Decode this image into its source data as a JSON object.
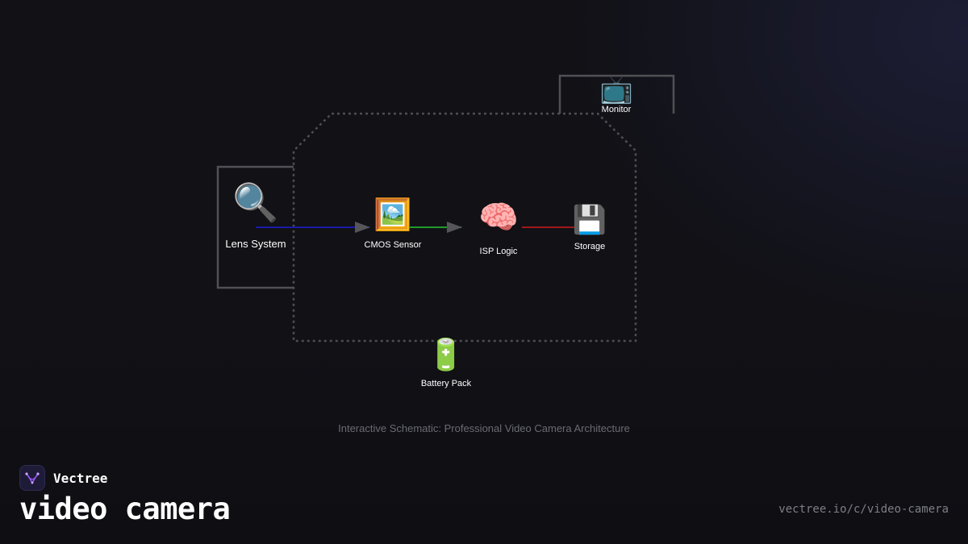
{
  "nodes": {
    "lens": {
      "label": "Lens System",
      "icon": "🔍",
      "icon_name": "magnifier-icon"
    },
    "cmos": {
      "label": "CMOS Sensor",
      "icon": "🖼️",
      "icon_name": "framed-picture-icon"
    },
    "isp": {
      "label": "ISP Logic",
      "icon": "🧠",
      "icon_name": "brain-icon"
    },
    "storage": {
      "label": "Storage",
      "icon": "💾",
      "icon_name": "floppy-disk-icon"
    },
    "monitor": {
      "label": "Monitor",
      "icon": "📺",
      "icon_name": "television-icon"
    },
    "battery": {
      "label": "Battery Pack",
      "icon": "🔋",
      "icon_name": "battery-icon"
    }
  },
  "connections": [
    {
      "from": "Lens System",
      "to": "CMOS Sensor",
      "color": "#1a1aa8"
    },
    {
      "from": "CMOS Sensor",
      "to": "ISP Logic",
      "color": "#1f9a2a"
    },
    {
      "from": "ISP Logic",
      "to": "Storage",
      "color": "#a01818"
    }
  ],
  "caption": "Interactive Schematic: Professional Video Camera Architecture",
  "brand": {
    "name": "Vectree"
  },
  "title": "video camera",
  "url": "vectree.io/c/video-camera",
  "colors": {
    "background": "#111116",
    "frame": "#4a4a4f",
    "caption": "#6a6a72",
    "logo_accent": "#9b59f5"
  }
}
